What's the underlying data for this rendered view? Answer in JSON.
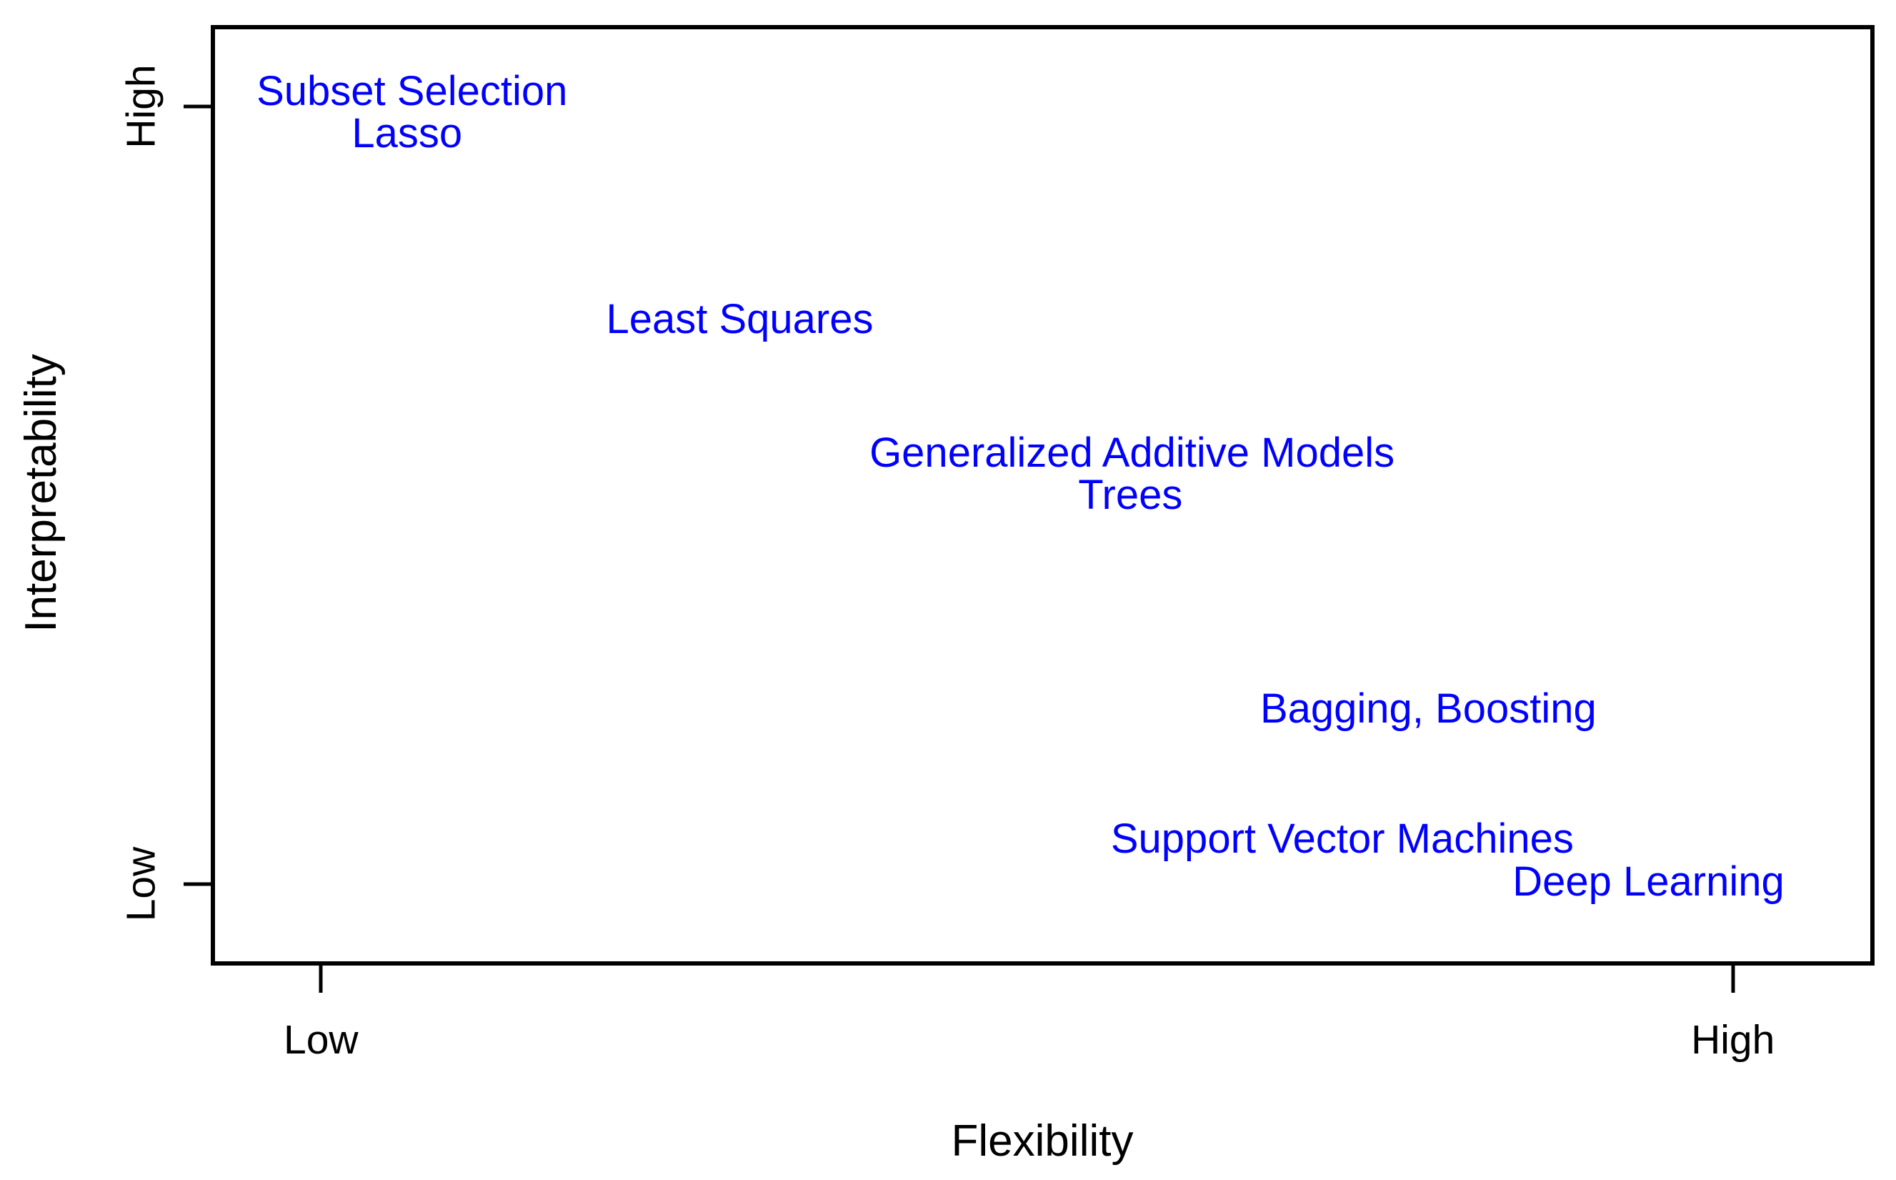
{
  "figure": {
    "background": "#ffffff",
    "axis_color": "#000000",
    "label_color": "#0000ff"
  },
  "chart_data": {
    "type": "scatter",
    "title": "",
    "xlabel": "Flexibility",
    "ylabel": "Interpretability",
    "axis_ranges": {
      "x": [
        0,
        1
      ],
      "y": [
        0,
        1
      ]
    },
    "grid": false,
    "legend": null,
    "x_ticks": [
      {
        "label": "Low",
        "pos": 0.064
      },
      {
        "label": "High",
        "pos": 0.917
      }
    ],
    "y_ticks": [
      {
        "label": "Low",
        "pos": 0.083
      },
      {
        "label": "High",
        "pos": 0.917
      }
    ],
    "points": [
      {
        "label": "Subset Selection",
        "x": 0.119,
        "y": 0.933
      },
      {
        "label": "Lasso",
        "x": 0.116,
        "y": 0.888
      },
      {
        "label": "Least Squares",
        "x": 0.317,
        "y": 0.689
      },
      {
        "label": "Generalized Additive Models",
        "x": 0.554,
        "y": 0.545
      },
      {
        "label": "Trees",
        "x": 0.553,
        "y": 0.5
      },
      {
        "label": "Bagging, Boosting",
        "x": 0.733,
        "y": 0.271
      },
      {
        "label": "Support Vector Machines",
        "x": 0.681,
        "y": 0.131
      },
      {
        "label": "Deep Learning",
        "x": 0.866,
        "y": 0.085
      }
    ]
  }
}
